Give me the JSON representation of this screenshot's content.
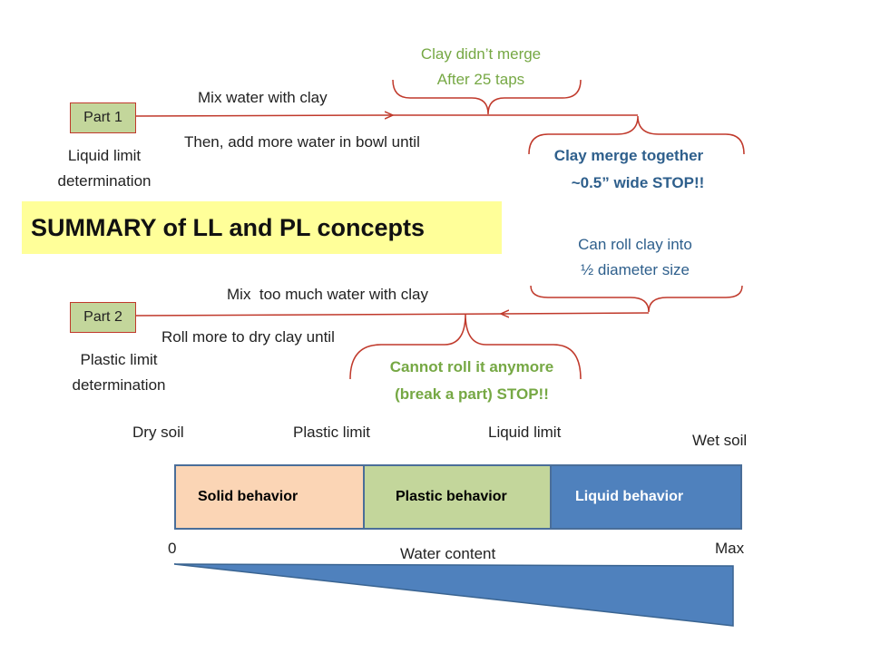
{
  "colors": {
    "red": "#c0392b",
    "green": "#76a844",
    "blue": "#2e5f8c",
    "solid": "#fbd5b5",
    "plastic": "#c3d69b",
    "liquid": "#4f81bd",
    "summary_bg": "#ffff99"
  },
  "part1": {
    "box": "Part 1",
    "label1": "Liquid limit",
    "label2": "determination",
    "mix": "Mix water with clay",
    "then": "Then, add more water in bowl until",
    "fail1": "Clay didn’t merge",
    "fail2": "After 25 taps",
    "stop1": "Clay merge together",
    "stop2": "~0.5” wide STOP!!"
  },
  "summary": "SUMMARY of LL and PL concepts",
  "part2": {
    "box": "Part 2",
    "label1": "Plastic limit",
    "label2": "determination",
    "mix": "Mix  too much water with clay",
    "roll": "Roll more to dry clay until",
    "can1": "Can roll clay into",
    "can2": "½ diameter  size",
    "stop1": "Cannot roll it anymore",
    "stop2": "(break a part) STOP!!"
  },
  "scale": {
    "dry": "Dry soil",
    "pl": "Plastic limit",
    "ll": "Liquid limit",
    "wet": "Wet soil",
    "solid": "Solid behavior",
    "plastic": "Plastic behavior",
    "liquid": "Liquid behavior",
    "zero": "0",
    "max": "Max",
    "water": "Water content"
  }
}
